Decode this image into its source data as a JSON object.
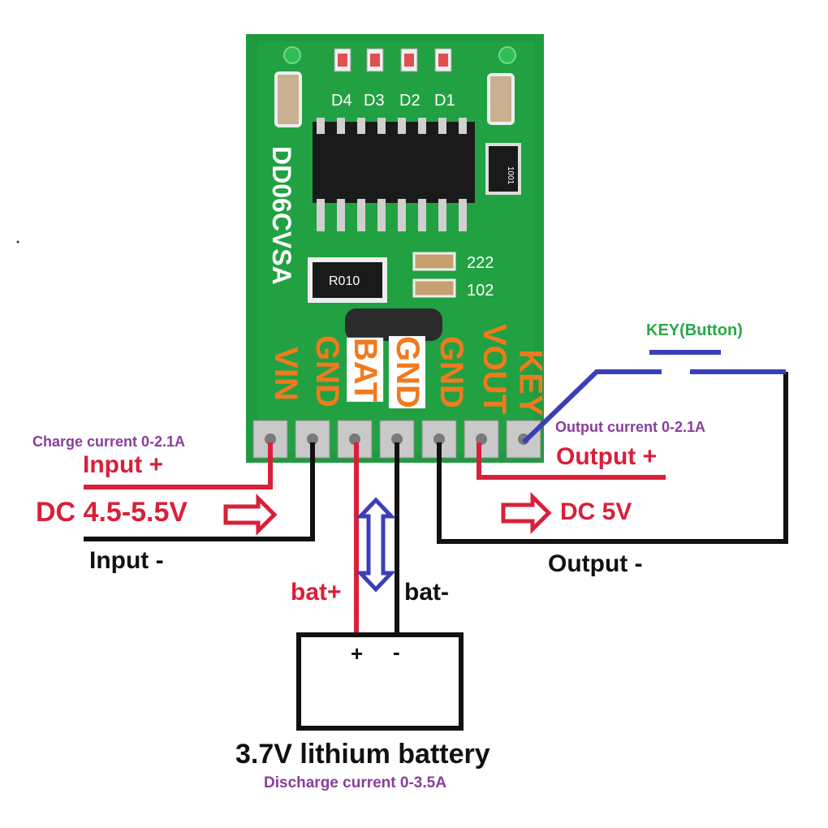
{
  "board": {
    "model": "DD06CVSA",
    "led_labels": [
      "D4",
      "D3",
      "D2",
      "D1"
    ],
    "resistor_label": "R010",
    "chip_label_1": "222",
    "chip_label_2": "102",
    "small_resistor_label": "1001",
    "pins": [
      "VIN",
      "GND",
      "BAT",
      "GND",
      "GND",
      "VOUT",
      "KEY"
    ]
  },
  "labels": {
    "charge_current": "Charge current 0-2.1A",
    "input_plus": "Input +",
    "input_voltage": "DC 4.5-5.5V",
    "input_minus": "Input -",
    "bat_plus": "bat+",
    "bat_minus": "bat-",
    "battery_plus": "+",
    "battery_minus": "-",
    "battery_name": "3.7V lithium battery",
    "discharge_current": "Discharge current  0-3.5A",
    "key_button": "KEY(Button)",
    "output_current": "Output current 0-2.1A",
    "output_plus": "Output  +",
    "output_voltage": "DC 5V",
    "output_minus": "Output -"
  },
  "colors": {
    "board_green": "#1f9a3e",
    "wire_red": "#d8203a",
    "wire_black": "#111111",
    "wire_blue": "#3a3fb8",
    "pin_orange": "#f07a1e",
    "label_purple": "#8a3d9c",
    "label_green": "#2aa84a"
  }
}
